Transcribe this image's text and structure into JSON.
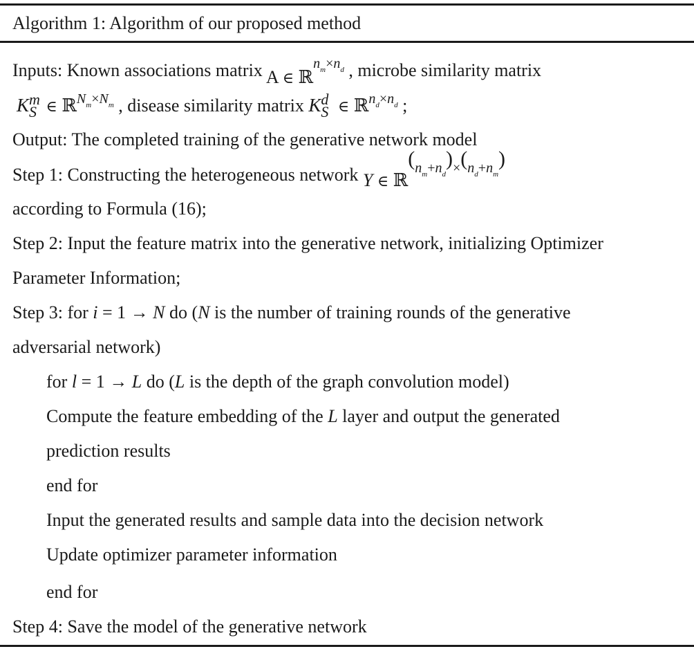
{
  "algorithm": {
    "title": "Algorithm 1: Algorithm of our proposed method",
    "lines": {
      "inputs_a": "Inputs: Known associations matrix ",
      "inputs_b": " , microbe similarity matrix",
      "inputs_c": " , disease similarity matrix ",
      "inputs_d": " ;",
      "output": "Output: The completed training of the generative network model",
      "step1_a": "Step 1: Constructing the heterogeneous network ",
      "step1_b": "according to Formula (16);",
      "step2_a": "Step 2: Input the feature matrix into the generative network, initializing Optimizer",
      "step2_b": "Parameter Information;",
      "step3_a": "Step 3: for ",
      "step3_b": " (",
      "step3_c": " is the number of training rounds of the generative",
      "step3_d": "adversarial network)",
      "inner_for_a": "for ",
      "inner_for_b": " (",
      "inner_for_c": " is the depth of the graph convolution model)",
      "compute_a": "Compute the feature embedding of the ",
      "compute_b": " layer and output the generated",
      "compute_c": "prediction results",
      "end_for_inner": "end for",
      "input_generated": "Input the generated results and sample data into the decision network",
      "update": "Update optimizer parameter information",
      "end_for_outer": "end for",
      "step4": "Step 4: Save the model of the generative network"
    },
    "math": {
      "A": "A",
      "in": "∈",
      "R": "ℝ",
      "n": "n",
      "times": "×",
      "sub_m": "m",
      "sub_d": "d",
      "K": "K",
      "S": "S",
      "sup_m": "m",
      "sup_d": "d",
      "N": "N",
      "Y": "Y",
      "plus": "+",
      "lparen": "(",
      "rparen": ")",
      "i_eq": "i",
      "l_eq": "l",
      "eq": " = ",
      "one": "1",
      "arrow": " → ",
      "N_var": "N",
      "L_var": "L",
      "do": " do",
      "N_italic": "N",
      "L_italic": "L"
    }
  }
}
